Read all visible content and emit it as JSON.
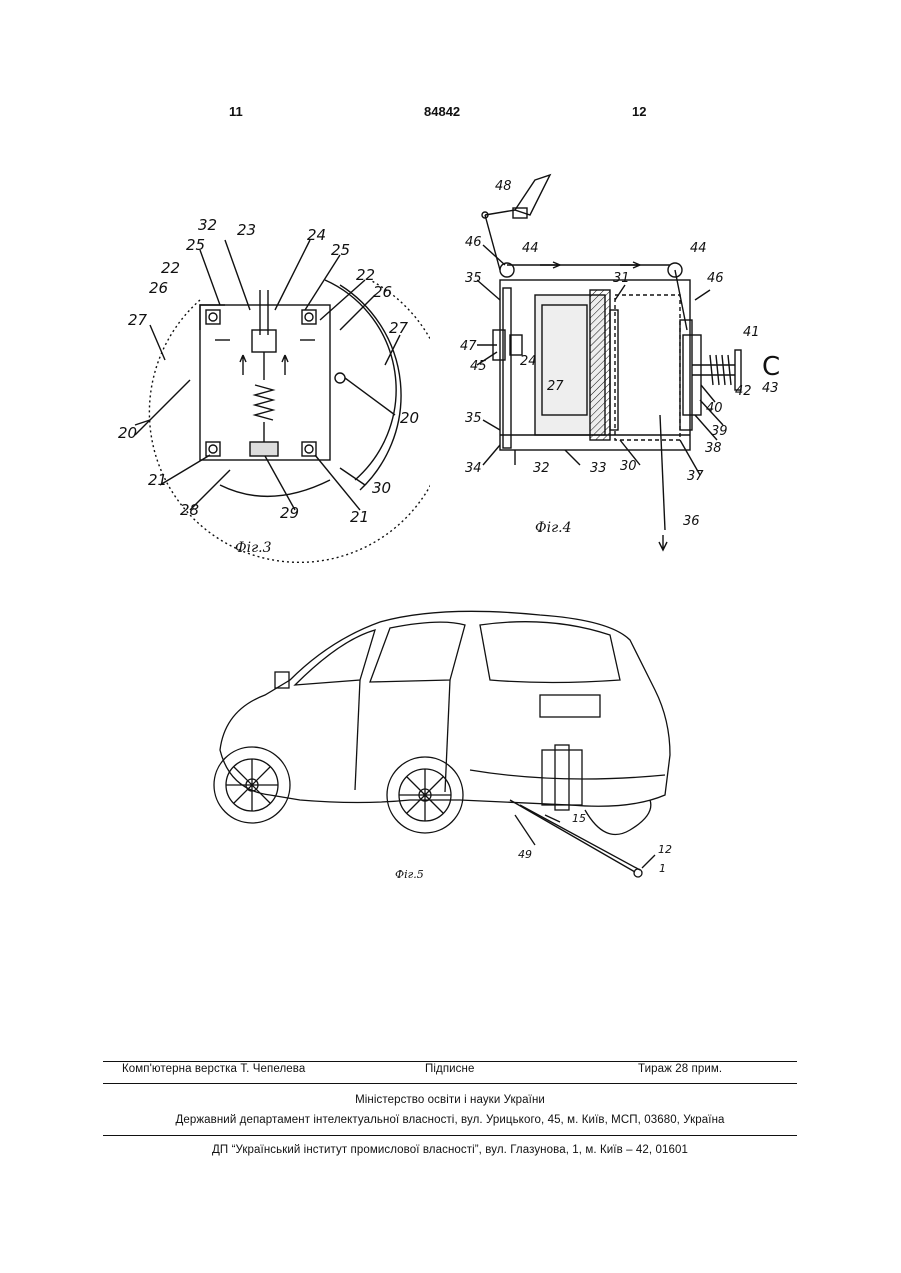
{
  "header": {
    "page_left": "11",
    "patent_number": "84842",
    "page_right": "12"
  },
  "fig3": {
    "caption": "Фіг.3",
    "labels": [
      "32",
      "23",
      "24",
      "25",
      "25",
      "22",
      "22",
      "26",
      "26",
      "27",
      "27",
      "20",
      "20",
      "21",
      "21",
      "28",
      "29",
      "30"
    ]
  },
  "fig4": {
    "caption": "Фіг.4",
    "labels": [
      "48",
      "46",
      "44",
      "44",
      "46",
      "31",
      "35",
      "47",
      "45",
      "24",
      "27",
      "35",
      "34",
      "32",
      "33",
      "30",
      "37",
      "36",
      "38",
      "39",
      "40",
      "41",
      "42",
      "43",
      "C"
    ]
  },
  "fig5": {
    "caption": "Фіг.5",
    "labels": [
      "15",
      "49",
      "12",
      "1"
    ]
  },
  "footer": {
    "typesetting": "Комп'ютерна верстка Т. Чепелева",
    "subscription": "Підписне",
    "circulation": "Тираж 28 прим.",
    "ministry": "Міністерство освіти і науки України",
    "department": "Державний департамент інтелектуальної власності, вул. Урицького, 45, м. Київ, МСП, 03680, Україна",
    "institute": "ДП “Український інститут промислової власності”, вул. Глазунова, 1, м. Київ – 42, 01601"
  }
}
